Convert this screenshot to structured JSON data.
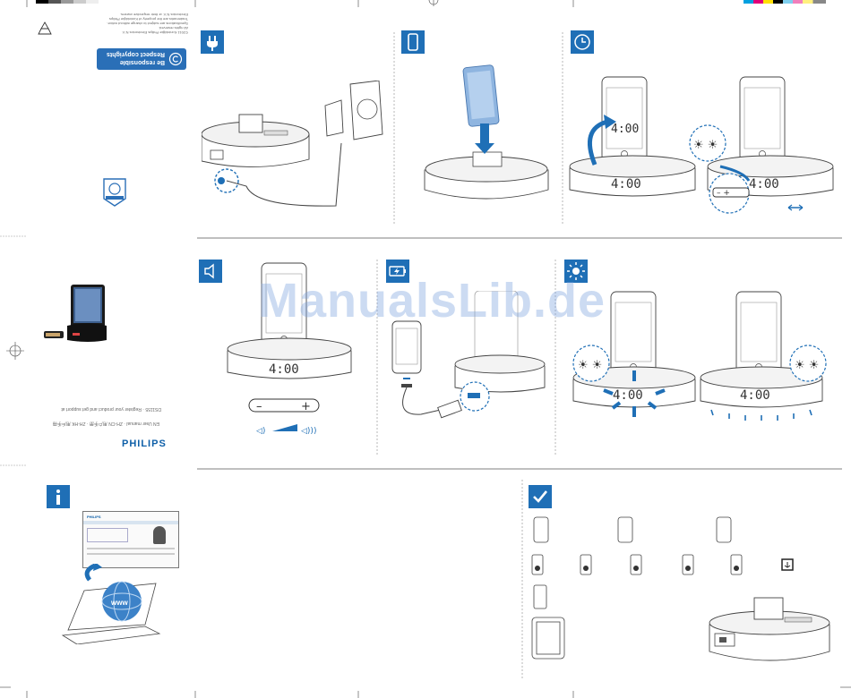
{
  "sidebar": {
    "brand": "PHILIPS",
    "responsibility_title": "Be responsible",
    "responsibility_subtitle": "Respect copyrights"
  },
  "watermark": "ManualsLib.de",
  "displays": {
    "clock_time": "4:00"
  },
  "icons": {
    "power": "power-plug-icon",
    "phone": "phone-icon",
    "clock": "clock-icon",
    "volume": "speaker-icon",
    "charge": "battery-icon",
    "brightness": "sun-icon",
    "info": "info-icon",
    "check": "checkmark-icon"
  },
  "colors": {
    "accent": "#1f6fb6",
    "line": "#444444"
  }
}
